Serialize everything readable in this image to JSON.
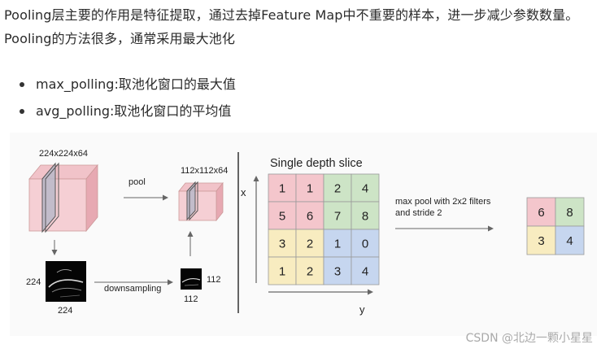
{
  "intro_text": "Pooling层主要的作用是特征提取，通过去掉Feature Map中不重要的样本，进一步减少参数数量。Pooling的方法很多，通常采用最大池化",
  "bullets": [
    "max_polling:取池化窗口的最大值",
    "avg_polling:取池化窗口的平均值"
  ],
  "diagram": {
    "big_volume_label": "224x224x64",
    "small_volume_label": "112x112x64",
    "pool_label": "pool",
    "downsampling_label": "downsampling",
    "big_map_side": "224",
    "big_map_bottom": "224",
    "small_map_side": "112",
    "small_map_bottom": "112",
    "slice_title": "Single depth slice",
    "axis_x": "x",
    "axis_y": "y",
    "operation_line1": "max pool with 2x2 filters",
    "operation_line2": "and stride 2",
    "input_grid": [
      [
        "1",
        "1",
        "2",
        "4"
      ],
      [
        "5",
        "6",
        "7",
        "8"
      ],
      [
        "3",
        "2",
        "1",
        "0"
      ],
      [
        "1",
        "2",
        "3",
        "4"
      ]
    ],
    "output_grid": [
      [
        "6",
        "8"
      ],
      [
        "3",
        "4"
      ]
    ],
    "quadrant_colors": {
      "top_left": "#f4c6cc",
      "top_right": "#cde4c6",
      "bottom_left": "#f8ecc0",
      "bottom_right": "#c6d6ef"
    }
  },
  "watermark": "CSDN @北边一颗小星星"
}
